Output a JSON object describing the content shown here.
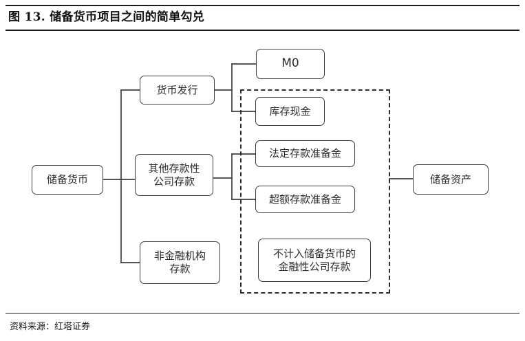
{
  "figure": {
    "title": "图 13. 储备货币项目之间的简单勾兑",
    "source": "资料来源：红塔证券"
  },
  "diagram": {
    "type": "tree-diagram",
    "line_color": "#3a3f44",
    "box_border_color": "#3a3f44",
    "dashed_group_color": "#2b2b2b",
    "background": "#ffffff",
    "nodes": {
      "root": "储备货币",
      "currency_issue": "货币发行",
      "m0": "M0",
      "vault_cash": "库存现金",
      "other_depository": "其他存款性\n公司存款",
      "required_reserves": "法定存款准备金",
      "excess_reserves": "超额存款准备金",
      "nonfinancial_deposits": "非金融机构\n存款",
      "excluded_deposits": "不计入储备货币的\n金融性公司存款",
      "reserve_assets": "储备资产"
    },
    "edges": [
      {
        "from": "储备货币",
        "to": "货币发行"
      },
      {
        "from": "储备货币",
        "to": "其他存款性公司存款"
      },
      {
        "from": "储备货币",
        "to": "非金融机构存款"
      },
      {
        "from": "货币发行",
        "to": "M0"
      },
      {
        "from": "货币发行",
        "to": "库存现金"
      },
      {
        "from": "其他存款性公司存款",
        "to": "法定存款准备金"
      },
      {
        "from": "其他存款性公司存款",
        "to": "超额存款准备金"
      },
      {
        "from": "储备资产",
        "to": "虚线区域"
      }
    ],
    "dashed_group_members": [
      "库存现金",
      "法定存款准备金",
      "超额存款准备金",
      "不计入储备货币的金融性公司存款"
    ]
  }
}
